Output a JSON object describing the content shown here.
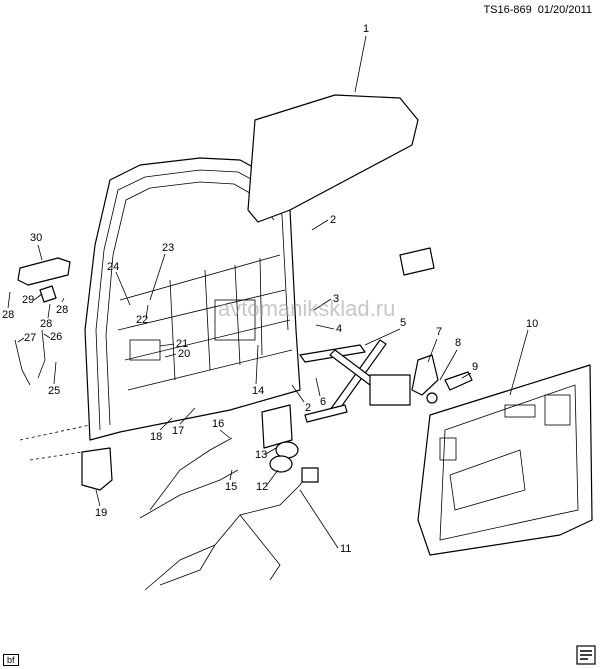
{
  "header": {
    "drawing_number": "TS16-869",
    "date": "01/20/2011"
  },
  "footer_code": "bf",
  "watermark": "avtomaniksklad.ru",
  "callouts": [
    "1",
    "2",
    "3",
    "4",
    "5",
    "6",
    "7",
    "8",
    "9",
    "10",
    "11",
    "12",
    "13",
    "14",
    "15",
    "16",
    "17",
    "18",
    "19",
    "20",
    "21",
    "22",
    "23",
    "24",
    "25",
    "26",
    "27",
    "28",
    "29",
    "30",
    "28",
    "28",
    "2"
  ]
}
